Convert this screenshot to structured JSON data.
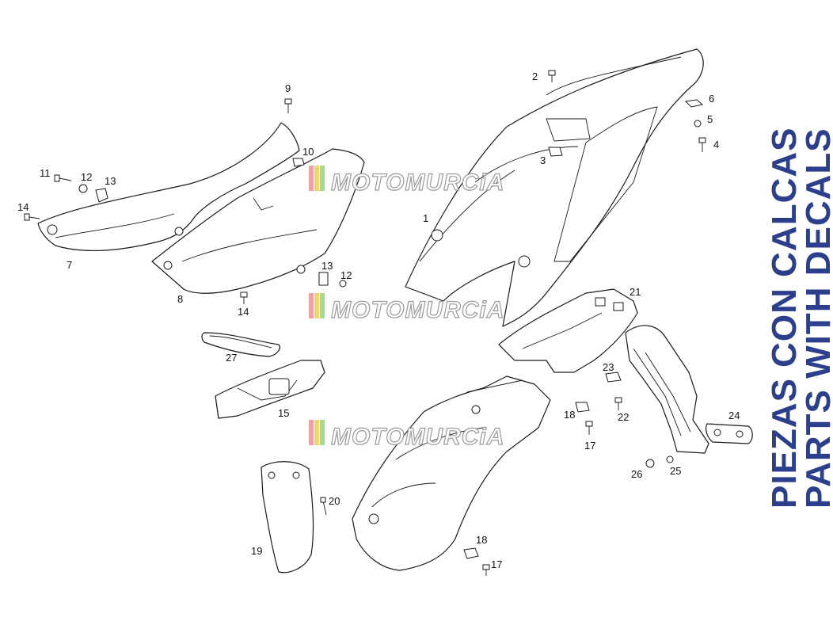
{
  "callouts": {
    "c1": "1",
    "c2": "2",
    "c3": "3",
    "c4": "4",
    "c5": "5",
    "c6": "6",
    "c7": "7",
    "c8": "8",
    "c9": "9",
    "c10": "10",
    "c11": "11",
    "c12a": "12",
    "c13a": "13",
    "c14a": "14",
    "c13b": "13",
    "c12b": "12",
    "c14b": "14",
    "c27": "27",
    "c15": "15",
    "c21": "21",
    "c23": "23",
    "c18a": "18",
    "c22": "22",
    "c17a": "17",
    "c24": "24",
    "c26": "26",
    "c25": "25",
    "c20": "20",
    "c19": "19",
    "c18b": "18",
    "c17b": "17"
  },
  "watermark": {
    "text": "MOTOMURCiA"
  },
  "side_label": {
    "line1": "PIEZAS CON CALCAS",
    "line2": "PARTS WITH DECALS"
  },
  "colors": {
    "side_label": "#2b3f8c",
    "watermark_stripes": [
      "#f2a0a0",
      "#f5d36b",
      "#a6d98c"
    ]
  }
}
